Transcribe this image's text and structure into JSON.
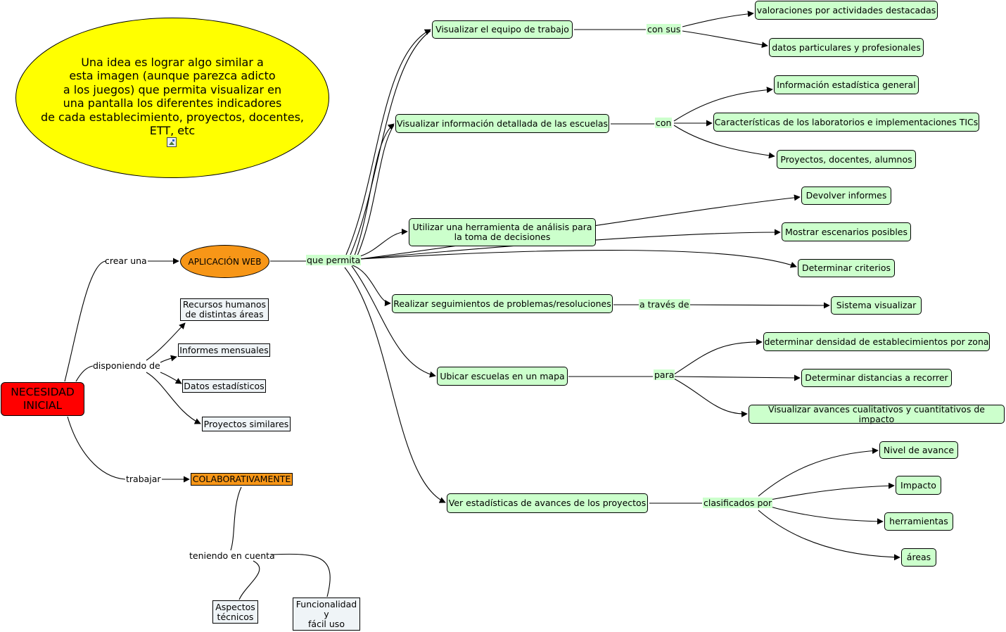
{
  "idea": {
    "text": "Una idea es lograr algo similar a\nesta imagen (aunque parezca adicto\na los juegos) que permita visualizar en\nuna pantalla los diferentes indicadores\nde cada establecimiento, proyectos, docentes,\nETT, etc",
    "icon": "image-icon"
  },
  "nodes": {
    "root": "NECESIDAD\nINICIAL",
    "app_web": "APLICACIÓN WEB",
    "recursos": "Recursos humanos\nde distintas áreas",
    "informes": "Informes mensuales",
    "datos": "Datos estadísticos",
    "proyectos_sim": "Proyectos similares",
    "colab": "COLABORATIVAMENTE",
    "aspectos": "Aspectos\ntécnicos",
    "funcionalidad": "Funcionalidad\ny\nfácil uso",
    "equipo": "Visualizar el equipo de trabajo",
    "info_escuelas": "Visualizar información detallada de las escuelas",
    "herramienta": "Utilizar una herramienta de análisis para\nla toma de decisiones",
    "seguimientos": "Realizar seguimientos de problemas/resoluciones",
    "ubicar": "Ubicar escuelas en un mapa",
    "estadisticas": "Ver estadísticas de avances de los proyectos",
    "valoraciones": "valoraciones por actividades destacadas",
    "datos_part": "datos particulares y profesionales",
    "info_est": "Información estadística general",
    "caract": "Características de los laboratorios e implementaciones TICs",
    "proy_doc": "Proyectos, docentes, alumnos",
    "devolver": "Devolver informes",
    "mostrar": "Mostrar escenarios posibles",
    "determinar_crit": "Determinar criterios",
    "sistema": "Sistema visualizar",
    "densidad": "determinar densidad de establecimientos por zona",
    "distancias": "Determinar distancias a recorrer",
    "avances": "Visualizar avances cualitativos y cuantitativos de impacto",
    "nivel": "Nivel de avance",
    "impacto": "Impacto",
    "herramientas": "herramientas",
    "areas": "áreas"
  },
  "links": {
    "crear_una": "crear una",
    "disponiendo": "disponiendo de",
    "trabajar": "trabajar",
    "teniendo": "teniendo en cuenta",
    "que_permita": "que permita",
    "con_sus": "con sus",
    "con": "con",
    "a_traves": "a través de",
    "para": "para",
    "clasificados": "clasificados por"
  },
  "colors": {
    "root": "#ff0000",
    "orange": "#f79617",
    "green": "#ccffcc",
    "plain": "#eff4f7",
    "idea": "#ffff00"
  }
}
